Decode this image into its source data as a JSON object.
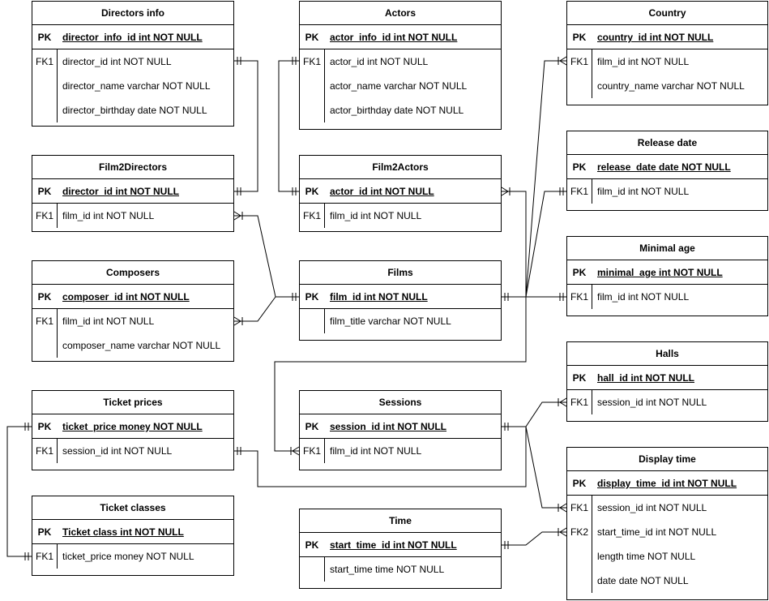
{
  "entities": [
    {
      "id": "directors-info",
      "title": "Directors info",
      "rows": [
        {
          "key": "PK",
          "field": "director_info_id int NOT NULL",
          "pk": true
        },
        {
          "key": "FK1",
          "field": "director_id int NOT NULL"
        },
        {
          "key": "",
          "field": "director_name varchar NOT NULL"
        },
        {
          "key": "",
          "field": "director_birthday date NOT NULL"
        }
      ]
    },
    {
      "id": "actors",
      "title": "Actors",
      "rows": [
        {
          "key": "PK",
          "field": "actor_info_id int NOT NULL",
          "pk": true
        },
        {
          "key": "FK1",
          "field": "actor_id int NOT NULL"
        },
        {
          "key": "",
          "field": "actor_name varchar NOT NULL"
        },
        {
          "key": "",
          "field": "actor_birthday date NOT NULL"
        }
      ]
    },
    {
      "id": "country",
      "title": "Country",
      "rows": [
        {
          "key": "PK",
          "field": "country_id int NOT NULL",
          "pk": true
        },
        {
          "key": "FK1",
          "field": "film_id int NOT NULL"
        },
        {
          "key": "",
          "field": "country_name varchar NOT NULL"
        }
      ]
    },
    {
      "id": "film2directors",
      "title": "Film2Directors",
      "rows": [
        {
          "key": "PK",
          "field": "director_id int NOT NULL",
          "pk": true
        },
        {
          "key": "FK1",
          "field": "film_id int NOT NULL"
        }
      ]
    },
    {
      "id": "film2actors",
      "title": "Film2Actors",
      "rows": [
        {
          "key": "PK",
          "field": "actor_id int NOT NULL",
          "pk": true
        },
        {
          "key": "FK1",
          "field": "film_id int NOT NULL"
        }
      ]
    },
    {
      "id": "release-date",
      "title": "Release date",
      "rows": [
        {
          "key": "PK",
          "field": "release_date date NOT NULL",
          "pk": true
        },
        {
          "key": "FK1",
          "field": "film_id int NOT NULL"
        }
      ]
    },
    {
      "id": "composers",
      "title": "Composers",
      "rows": [
        {
          "key": "PK",
          "field": "composer_id int NOT NULL",
          "pk": true
        },
        {
          "key": "FK1",
          "field": "film_id int NOT NULL"
        },
        {
          "key": "",
          "field": "composer_name varchar NOT NULL"
        }
      ]
    },
    {
      "id": "films",
      "title": "Films",
      "rows": [
        {
          "key": "PK",
          "field": "film_id int NOT NULL",
          "pk": true
        },
        {
          "key": "",
          "field": "film_title varchar NOT NULL"
        }
      ]
    },
    {
      "id": "minimal-age",
      "title": "Minimal age",
      "rows": [
        {
          "key": "PK",
          "field": "minimal_age int NOT NULL",
          "pk": true
        },
        {
          "key": "FK1",
          "field": "film_id int NOT NULL"
        }
      ]
    },
    {
      "id": "halls",
      "title": "Halls",
      "rows": [
        {
          "key": "PK",
          "field": "hall_id int NOT NULL",
          "pk": true
        },
        {
          "key": "FK1",
          "field": "session_id int NOT NULL"
        }
      ]
    },
    {
      "id": "ticket-prices",
      "title": "Ticket prices",
      "rows": [
        {
          "key": "PK",
          "field": "ticket_price money NOT NULL",
          "pk": true
        },
        {
          "key": "FK1",
          "field": "session_id int NOT NULL"
        }
      ]
    },
    {
      "id": "sessions",
      "title": "Sessions",
      "rows": [
        {
          "key": "PK",
          "field": "session_id int NOT NULL",
          "pk": true
        },
        {
          "key": "FK1",
          "field": "film_id int NOT NULL"
        }
      ]
    },
    {
      "id": "display-time",
      "title": "Display time",
      "rows": [
        {
          "key": "PK",
          "field": "display_time_id int NOT NULL",
          "pk": true
        },
        {
          "key": "FK1",
          "field": "session_id int NOT NULL"
        },
        {
          "key": "FK2",
          "field": "start_time_id int NOT NULL"
        },
        {
          "key": "",
          "field": "length time NOT NULL"
        },
        {
          "key": "",
          "field": "date date NOT NULL"
        }
      ]
    },
    {
      "id": "ticket-classes",
      "title": "Ticket classes",
      "rows": [
        {
          "key": "PK",
          "field": "Ticket class int NOT NULL",
          "pk": true
        },
        {
          "key": "FK1",
          "field": "ticket_price money NOT NULL"
        }
      ]
    },
    {
      "id": "time",
      "title": "Time",
      "rows": [
        {
          "key": "PK",
          "field": "start_time_id int NOT NULL",
          "pk": true
        },
        {
          "key": "",
          "field": "start_time time NOT NULL"
        }
      ]
    }
  ],
  "colors": {
    "line": "#000000",
    "background": "#ffffff"
  }
}
